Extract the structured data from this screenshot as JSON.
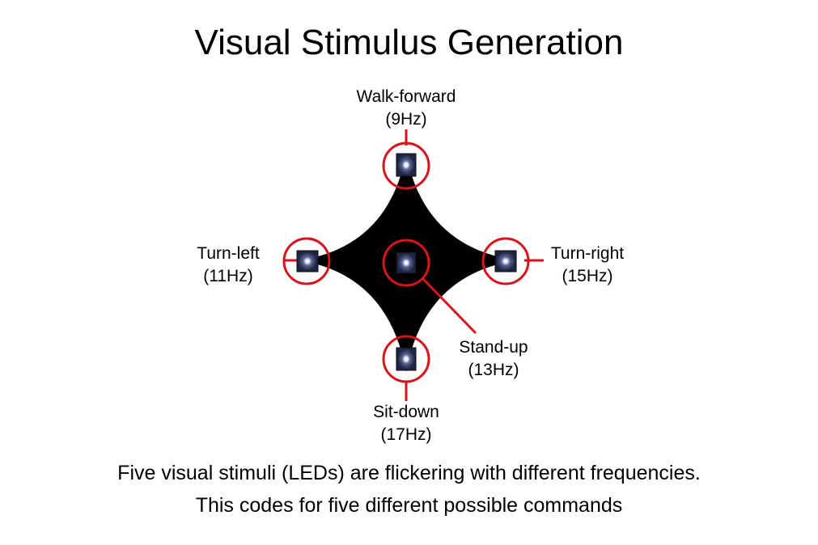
{
  "title": "Visual Stimulus Generation",
  "stimuli": {
    "walk_forward": {
      "name": "Walk-forward",
      "freq": "(9Hz)"
    },
    "turn_left": {
      "name": "Turn-left",
      "freq": "(11Hz)"
    },
    "turn_right": {
      "name": "Turn-right",
      "freq": "(15Hz)"
    },
    "stand_up": {
      "name": "Stand-up",
      "freq": "(13Hz)"
    },
    "sit_down": {
      "name": "Sit-down",
      "freq": "(17Hz)"
    }
  },
  "caption": {
    "line1": "Five visual stimuli (LEDs) are flickering with different frequencies.",
    "line2": "This codes for five different possible commands"
  },
  "colors": {
    "ring": "#d8141b",
    "shape": "#000000",
    "led": "#1f2440",
    "led_glow": "#ffffff"
  }
}
